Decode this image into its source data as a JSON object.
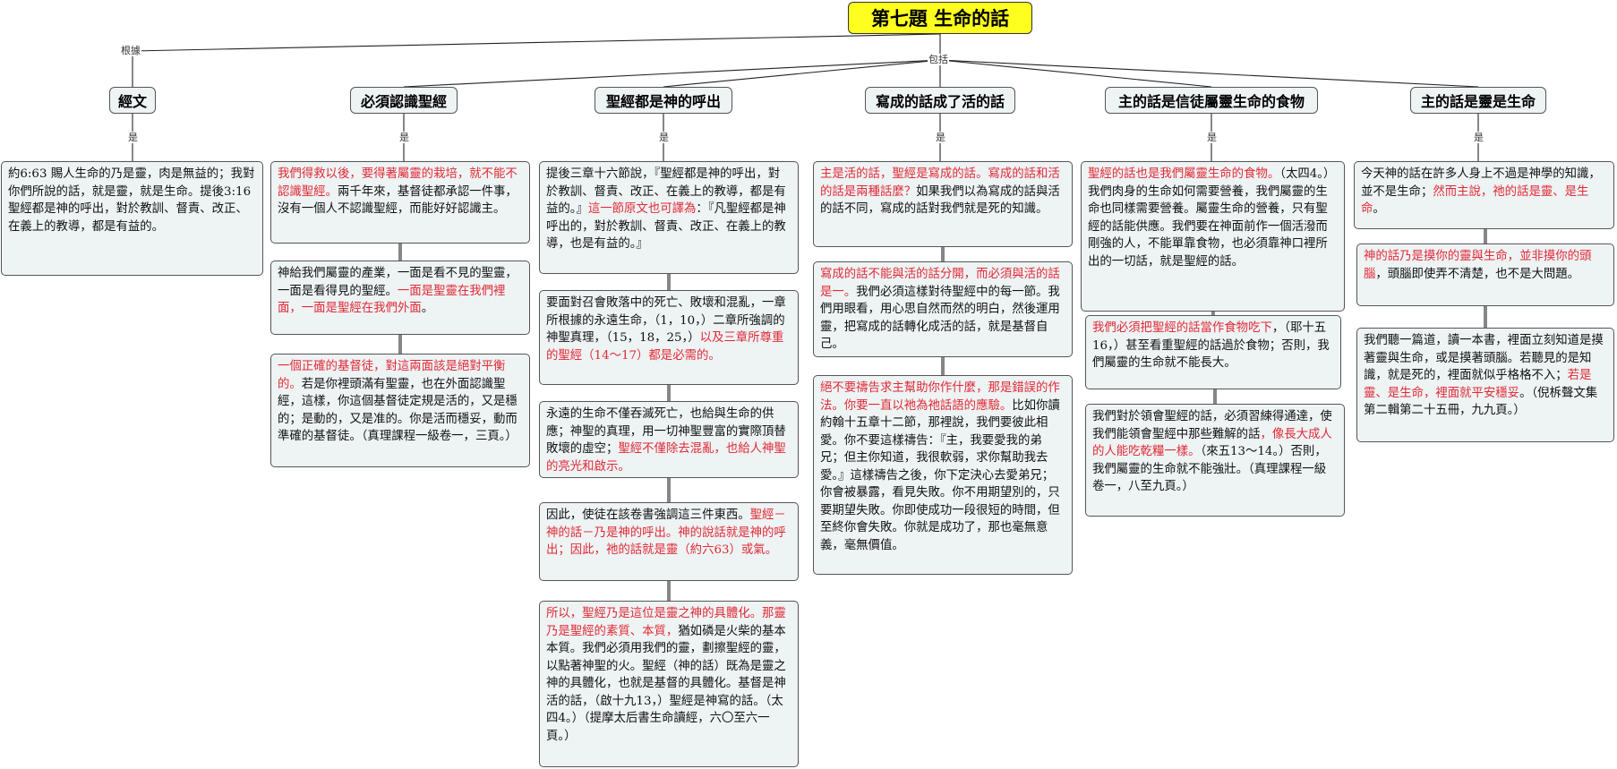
{
  "root": "第七題  生命的話",
  "links": {
    "genju": "根據",
    "baokuo": "包括",
    "shi": "是"
  },
  "columns": [
    {
      "title": "經文",
      "notes": [
        [
          {
            "t": "約6:63  賜人生命的乃是靈，肉是無益的；我對你們所說的話，就是靈，就是生命。",
            "red": false
          },
          {
            "t": "提後3:16  聖經都是神的呼出，對於教訓、督責、改正、在義上的教導，都是有益的。",
            "red": false
          }
        ]
      ]
    },
    {
      "title": "必須認識聖經",
      "notes": [
        [
          {
            "t": "我們得救以後，要得著屬靈的栽培，就不能不認識聖經。",
            "red": true
          },
          {
            "t": "兩千年來，基督徒都承認一件事，沒有一個人不認識聖經，而能好好認識主。",
            "red": false
          }
        ],
        [
          {
            "t": "神給我們屬靈的產業，一面是看不見的聖靈，一面是看得見的聖經。",
            "red": false
          },
          {
            "t": "一面是聖靈在我們裡面，一面是聖經在我們外面",
            "red": true
          },
          {
            "t": "。",
            "red": false
          }
        ],
        [
          {
            "t": "一個正確的基督徒，對這兩面該是絕對平衡的。",
            "red": true
          },
          {
            "t": "若是你裡頭滿有聖靈，也在外面認識聖經，這樣，你這個基督徒定規是活的，又是穩的；是動的，又是准的。你是活而穩妥，動而準確的基督徒。（真理課程一級卷一，三頁。）",
            "red": false
          }
        ]
      ]
    },
    {
      "title": "聖經都是神的呼出",
      "notes": [
        [
          {
            "t": "提後三章十六節說，『聖經都是神的呼出，對於教訓、督責、改正、在義上的教導，都是有益的。』",
            "red": false
          },
          {
            "t": "這一節原文也可譯為",
            "red": true
          },
          {
            "t": "：『凡聖經都是神呼出的，對於教訓、督責、改正、在義上的教導，也是有益的。』",
            "red": false
          }
        ],
        [
          {
            "t": "要面對召會敗落中的死亡、敗壞和混亂，一章所根據的永遠生命，（1，10，）二章所強調的神聖真理，（15，18，25，）",
            "red": false
          },
          {
            "t": "以及三章所尊重的聖經（14～17）都是必需的。",
            "red": true
          }
        ],
        [
          {
            "t": "永遠的生命不僅吞滅死亡，也給與生命的供應；神聖的真理，用一切神聖豐富的實際頂替敗壞的虛空；",
            "red": false
          },
          {
            "t": "聖經不僅除去混亂，也給人神聖的亮光和啟示。",
            "red": true
          }
        ],
        [
          {
            "t": "因此，使徒在該卷書強調這三件東西。",
            "red": false
          },
          {
            "t": "聖經－神的話－乃是神的呼出。神的說話就是神的呼出；因此，祂的話就是靈（約六63）或氣。",
            "red": true
          }
        ],
        [
          {
            "t": "所以，聖經乃是這位是靈之神的具體化。那靈乃是聖經的素質、本質，",
            "red": true
          },
          {
            "t": "猶如磷是火柴的基本本質。我們必須用我們的靈，劃擦聖經的靈，以點著神聖的火。聖經（神的話）既為是靈之神的具體化，也就是基督的具體化。基督是神活的話，（啟十九13，）聖經是神寫的話。（太四4。）（提摩太后書生命讀經，六〇至六一頁。）",
            "red": false
          }
        ]
      ]
    },
    {
      "title": "寫成的話成了活的話",
      "notes": [
        [
          {
            "t": "主是活的話，聖經是寫成的話。寫成的話和活的話是兩種話麼？",
            "red": true
          },
          {
            "t": "如果我們以為寫成的話與活的話不同，寫成的話對我們就是死的知識。",
            "red": false
          }
        ],
        [
          {
            "t": "寫成的話不能與活的話分開，而必須與活的話是一。",
            "red": true
          },
          {
            "t": "我們必須這樣對待聖經中的每一節。我們用眼看，用心思自然而然的明白，然後運用靈，把寫成的話轉化成活的話，就是基督自己。",
            "red": false
          }
        ],
        [
          {
            "t": "絕不要禱告求主幫助你作什麼，那是錯誤的作法。你要一直以祂為祂話語的應驗。",
            "red": true
          },
          {
            "t": "比如你讀約翰十五章十二節，那裡說，我們要彼此相愛。你不要這樣禱告：『主，我要愛我的弟兄；但主你知道，我很軟弱，求你幫助我去愛。』這樣禱告之後，你下定決心去愛弟兄；你會被暴露，看見失敗。你不用期望別的，只要期望失敗。你即使成功一段很短的時間，但至終你會失敗。你就是成功了，那也毫無意義，毫無價值。",
            "red": false
          }
        ]
      ]
    },
    {
      "title": "主的話是信徒屬靈生命的食物",
      "notes": [
        [
          {
            "t": "聖經的話也是我們屬靈生命的食物。",
            "red": true
          },
          {
            "t": "（太四4。）我們肉身的生命如何需要營養，我們屬靈的生命也同樣需要營養。屬靈生命的營養，只有聖經的話能供應。我們要在神面前作一個活潑而剛強的人，不能單靠食物，也必須靠神口裡所出的一切話，就是聖經的話。",
            "red": false
          }
        ],
        [
          {
            "t": "我們必須把聖經的話當作食物吃下",
            "red": true
          },
          {
            "t": "，（耶十五16，）甚至看重聖經的話過於食物；否則，我們屬靈的生命就不能長大。",
            "red": false
          }
        ],
        [
          {
            "t": "我們對於領會聖經的話，必須習練得通達，使我們能領會聖經中那些難解的話",
            "red": false
          },
          {
            "t": "，像長大成人的人能吃乾糧一樣。",
            "red": true
          },
          {
            "t": "（來五13～14。）否則，我們屬靈的生命就不能強壯。（真理課程一級卷一，八至九頁。）",
            "red": false
          }
        ]
      ]
    },
    {
      "title": "主的話是靈是生命",
      "notes": [
        [
          {
            "t": "今天神的話在許多人身上不過是神學的知識，並不是生命；",
            "red": false
          },
          {
            "t": "然而主說，祂的話是靈、是生命",
            "red": true
          },
          {
            "t": "。",
            "red": false
          }
        ],
        [
          {
            "t": "神的話乃是摸你的靈與生命，並非摸你的頭腦",
            "red": true
          },
          {
            "t": "，頭腦即使弄不清楚，也不是大問題。",
            "red": false
          }
        ],
        [
          {
            "t": "我們聽一篇道，讀一本書，裡面立刻知道是摸著靈與生命，或是摸著頭腦。若聽見的是知識，就是死的，裡面就似乎格格不入；",
            "red": false
          },
          {
            "t": "若是靈、是生命，裡面就平安穩妥",
            "red": true
          },
          {
            "t": "。（倪柝聲文集第二輯第二十五冊，九九頁。）",
            "red": false
          }
        ]
      ]
    }
  ]
}
